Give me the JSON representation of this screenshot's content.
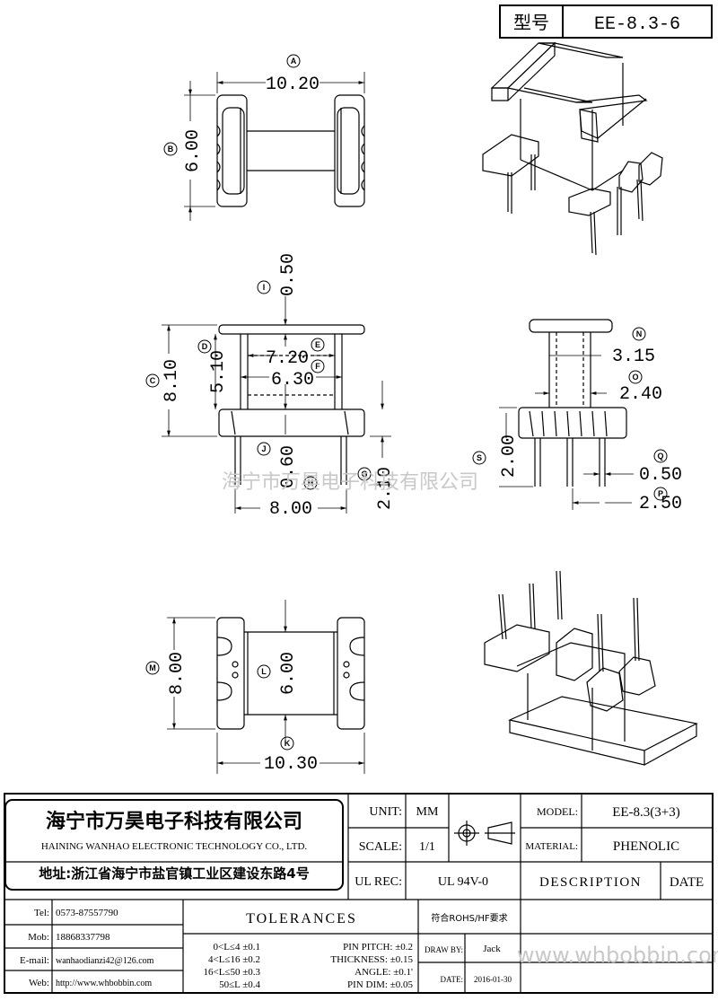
{
  "title_box": {
    "label": "型号",
    "value": "EE-8.3-6"
  },
  "dims": {
    "A": "10.20",
    "B": "6.00",
    "C": "8.10",
    "D": "5.10",
    "E": "7.20",
    "F": "6.30",
    "G": "2.10",
    "H": "8.00",
    "I": "0.50",
    "J": "0.60",
    "K": "10.30",
    "L": "6.00",
    "M": "8.00",
    "N": "3.15",
    "O": "2.40",
    "P": "2.50",
    "Q": "0.50",
    "S": "2.00"
  },
  "markers": [
    "A",
    "B",
    "C",
    "D",
    "E",
    "F",
    "G",
    "H",
    "I",
    "J",
    "K",
    "L",
    "M",
    "N",
    "O",
    "P",
    "Q",
    "S"
  ],
  "watermark": "海宁市万昊电子科技有限公司",
  "company": {
    "name_cn": "海宁市万昊电子科技有限公司",
    "name_en": "HAINING WANHAO ELECTRONIC TECHNOLOGY CO., LTD.",
    "address": "地址:浙江省海宁市盐官镇工业区建设东路4号"
  },
  "contacts": [
    {
      "label": "Tel:",
      "value": "0573-87557790"
    },
    {
      "label": "Mob:",
      "value": "18868337798"
    },
    {
      "label": "E-mail:",
      "value": "wanhaodianzi42@126.com"
    },
    {
      "label": "Web:",
      "value": "http://www.whbobbin.com"
    }
  ],
  "spec": {
    "unit_label": "UNIT:",
    "unit": "MM",
    "scale_label": "SCALE:",
    "scale": "1/1",
    "ulrec_label": "UL REC:",
    "ulrec": "UL 94V-0",
    "model_label": "MODEL:",
    "model": "EE-8.3(3+3)",
    "material_label": "MATERIAL:",
    "material": "PHENOLIC",
    "description": "DESCRIPTION",
    "date": "DATE"
  },
  "tolerances": {
    "title": "TOLERANCES",
    "length": [
      "0<L≤4 ±0.1",
      "4<L≤16 ±0.2",
      "16<L≤50 ±0.3",
      "50≤L ±0.4"
    ],
    "other": [
      "PIN PITCH: ±0.2",
      "THICKNESS: ±0.15",
      "ANGLE: ±0.1'",
      "PIN DIM: ±0.05"
    ],
    "rohs": "符合ROHS/HF要求",
    "drawby_label": "DRAW BY:",
    "drawby": "Jack",
    "date_label": "DATE:",
    "date": "2016-01-30"
  },
  "site_watermark": "www.whbobbin.com"
}
